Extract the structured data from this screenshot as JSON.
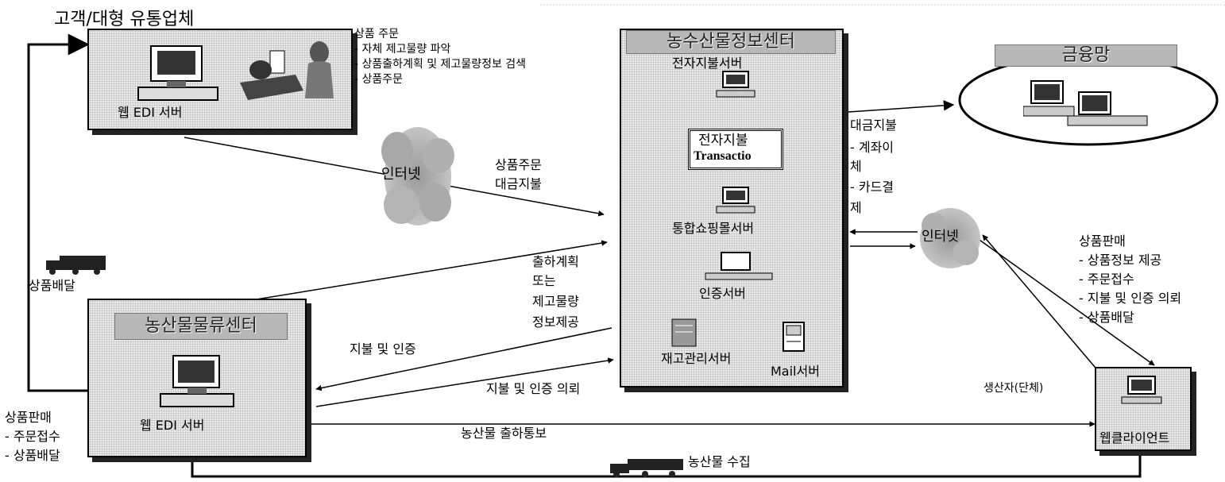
{
  "customer": {
    "title": "고객/대형 유통업체",
    "server_label": "웹 EDI 서버",
    "notes": [
      "상품 주문",
      "- 자체 제고물량 파악",
      "- 상품출하계획 및 제고물량정보 검색",
      "- 상품주문"
    ]
  },
  "center": {
    "title": "농수산물정보센터",
    "payment_server": "전자지불서버",
    "transaction": [
      "전자지불",
      "Transactio"
    ],
    "shopping_server": "통합쇼핑몰서버",
    "cert_server": "인증서버",
    "inventory_server": "재고관리서버",
    "mail_server": "Mail서버"
  },
  "finance": {
    "title": "금융망"
  },
  "logistics": {
    "title": "농산물물류센터",
    "server_label": "웹 EDI 서버"
  },
  "internet": {
    "left": "인터넷",
    "right": "인터넷"
  },
  "labels": {
    "order_payment": [
      "상품주문",
      "대금지불"
    ],
    "payment_methods": [
      "대금지불",
      "- 계좌이",
      "체",
      "- 카드결",
      "제"
    ],
    "shipping_info": [
      "출하계획",
      "또는",
      "제고물량",
      "정보제공"
    ],
    "pay_auth": "지불 및 인증",
    "pay_auth_request": "지불 및 인증 의뢰",
    "delivery": "상품배달",
    "sales_left": [
      "상품판매",
      "- 주문접수",
      "- 상품배달"
    ],
    "sales_right": [
      "상품판매",
      "- 상품정보 제공",
      "- 주문접수",
      "- 지불 및 인증 의뢰",
      "- 상품배달"
    ],
    "producer": "생산자(단체)",
    "web_client": "웹클라이언트",
    "ship_notice": "농산물 출하통보",
    "collection": "농산물 수집"
  }
}
